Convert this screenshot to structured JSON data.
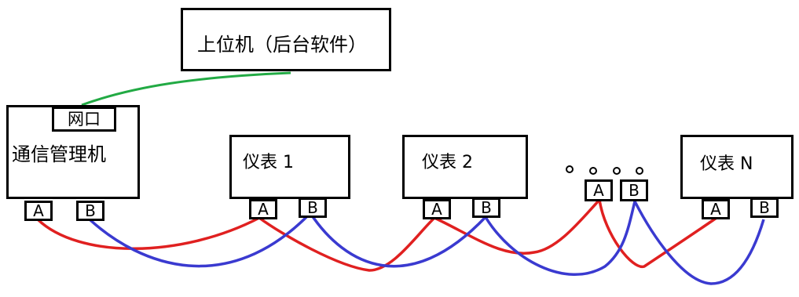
{
  "host": {
    "label": "上位机（后台软件）"
  },
  "manager": {
    "label": "通信管理机",
    "net_port": "网口",
    "port_a": "A",
    "port_b": "B"
  },
  "meters": [
    {
      "label": "仪表 1",
      "port_a": "A",
      "port_b": "B"
    },
    {
      "label": "仪表 2",
      "port_a": "A",
      "port_b": "B"
    },
    {
      "label": "仪表 N",
      "port_a": "A",
      "port_b": "B"
    }
  ],
  "ellipsis": {
    "port_a": "A",
    "port_b": "B"
  },
  "colors": {
    "ethernet": "#22aa44",
    "line_a": "#e02020",
    "line_b": "#3a3ad0",
    "stroke": "#000000"
  }
}
